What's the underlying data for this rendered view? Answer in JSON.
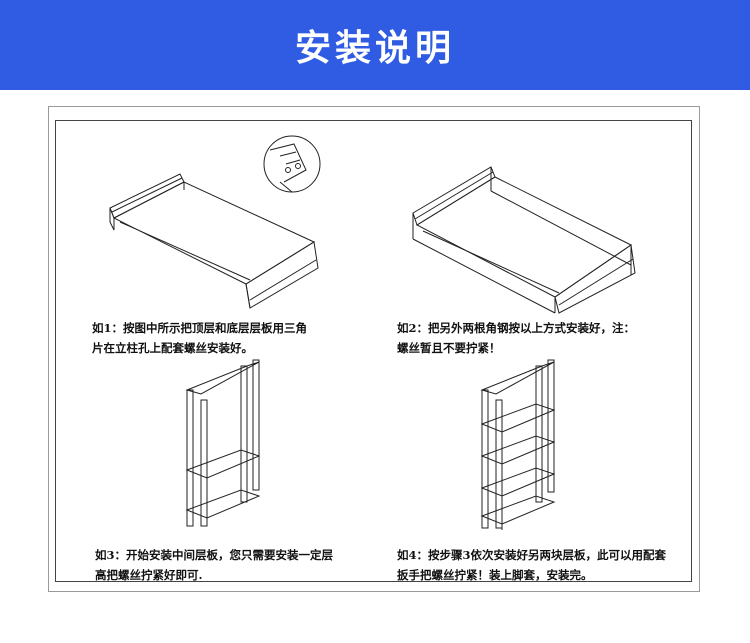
{
  "header": {
    "title": "安装说明",
    "background_color": "#2f5ce2"
  },
  "steps": [
    {
      "line1": "如1：按图中所示把顶层和底层层板用三角",
      "line2": "片在立柱孔上配套螺丝安装好。"
    },
    {
      "line1": "如2：把另外两根角钢按以上方式安装好，注：",
      "line2": "螺丝暂且不要拧紧！"
    },
    {
      "line1": "如3：开始安装中间层板，您只需要安装一定层",
      "line2": "高把螺丝拧紧好即可."
    },
    {
      "line1": "如4：按步骤3依次安装好另两块层板，此可以用配套",
      "line2": "扳手把螺丝拧紧！装上脚套，安装完。"
    }
  ],
  "icons": {
    "step1": "shelf-panels-with-bracket-detail-icon",
    "step2": "shelf-frame-with-posts-icon",
    "step3": "two-level-shelf-frame-icon",
    "step4": "five-tier-shelf-icon"
  }
}
